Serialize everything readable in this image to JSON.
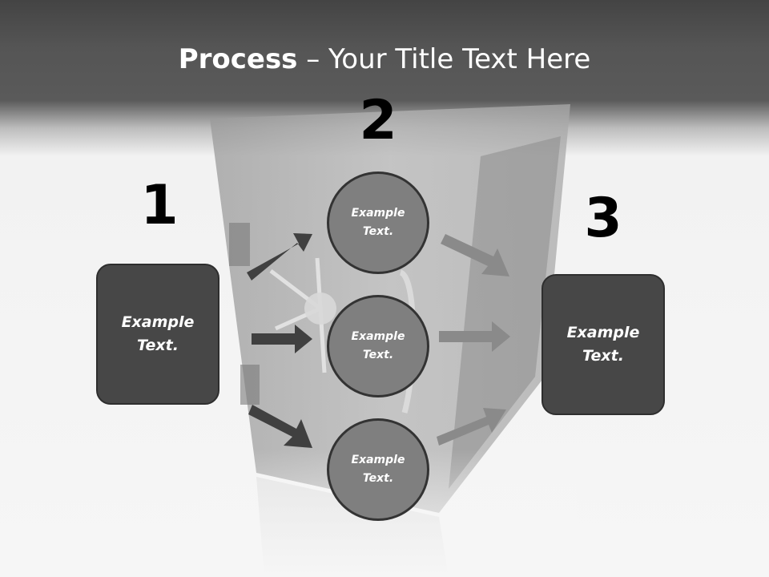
{
  "slide": {
    "title_bold": "Process",
    "title_rest": " – Your Title Text Here"
  },
  "steps": [
    {
      "number": "1",
      "label": "Example Text."
    },
    {
      "number": "2",
      "label": "Example Text."
    },
    {
      "number": "3",
      "label": "Example Text."
    }
  ],
  "circles": [
    {
      "label": "Example Text."
    },
    {
      "label": "Example Text."
    },
    {
      "label": "Example Text."
    }
  ],
  "colors": {
    "header_bg": "#4d4d4d",
    "box_fill": "#474747",
    "circle_fill": "#7f7f7f",
    "arrow_dark": "#404040",
    "arrow_light": "#8a8a8a"
  },
  "background_image": "safe-illustration"
}
